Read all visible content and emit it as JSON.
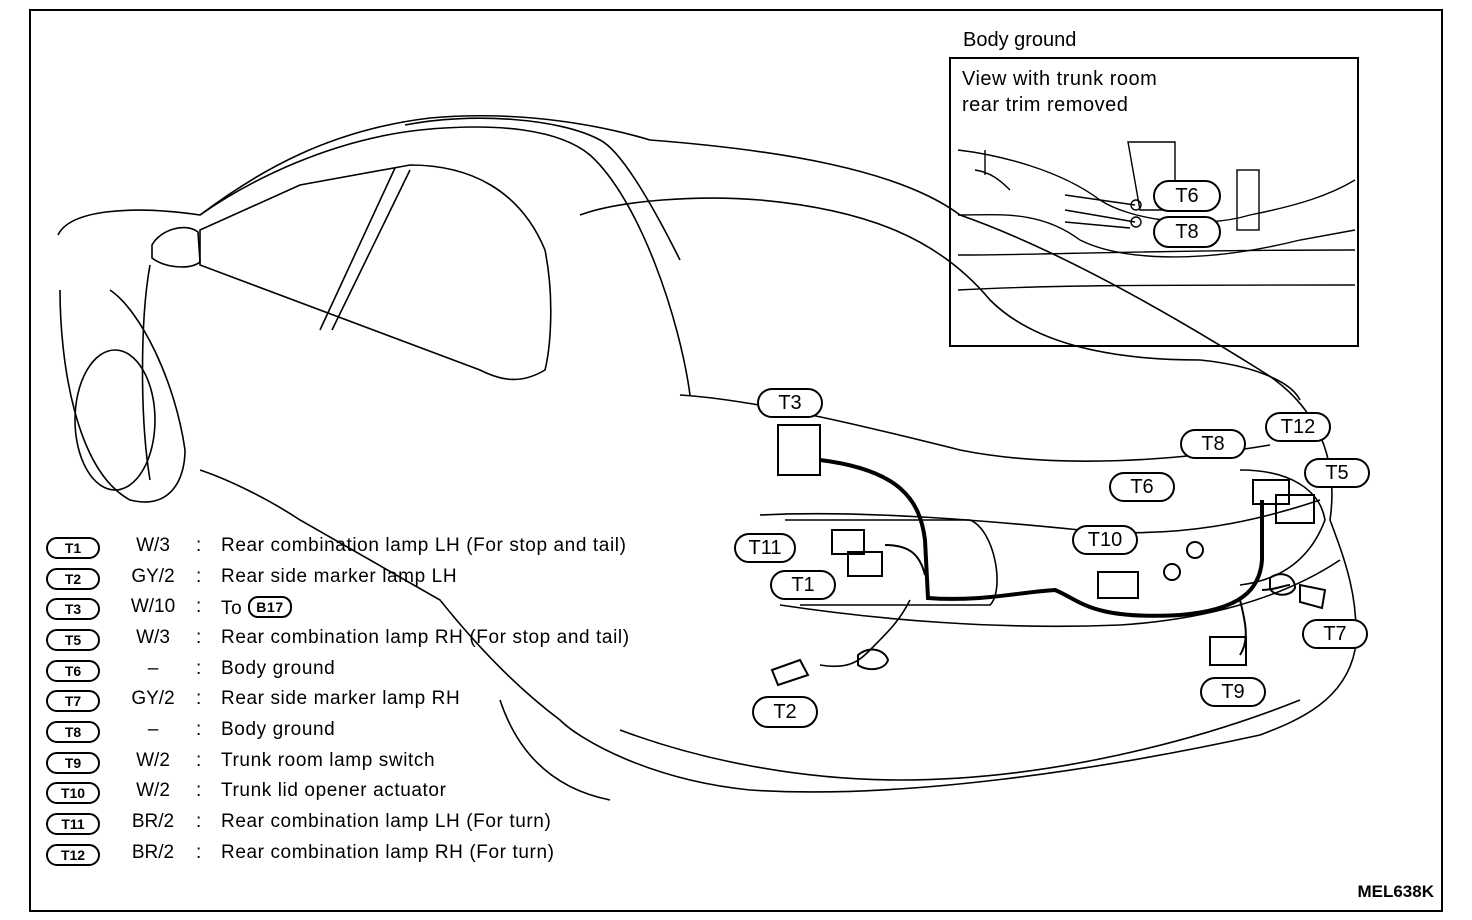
{
  "inset": {
    "title": "Body ground",
    "line1": "View with trunk room",
    "line2": "rear trim removed",
    "callouts": [
      "T6",
      "T8"
    ]
  },
  "legend": [
    {
      "id": "T1",
      "wire": "W/3",
      "desc": "Rear combination lamp LH (For stop and tail)"
    },
    {
      "id": "T2",
      "wire": "GY/2",
      "desc": "Rear side marker lamp LH"
    },
    {
      "id": "T3",
      "wire": "W/10",
      "desc": "To",
      "ref": "B17"
    },
    {
      "id": "T5",
      "wire": "W/3",
      "desc": "Rear combination lamp RH (For stop and tail)"
    },
    {
      "id": "T6",
      "wire": "–",
      "desc": "Body ground"
    },
    {
      "id": "T7",
      "wire": "GY/2",
      "desc": "Rear side marker lamp RH"
    },
    {
      "id": "T8",
      "wire": "–",
      "desc": "Body ground"
    },
    {
      "id": "T9",
      "wire": "W/2",
      "desc": "Trunk room lamp switch"
    },
    {
      "id": "T10",
      "wire": "W/2",
      "desc": "Trunk lid opener actuator"
    },
    {
      "id": "T11",
      "wire": "BR/2",
      "desc": "Rear combination lamp LH (For turn)"
    },
    {
      "id": "T12",
      "wire": "BR/2",
      "desc": "Rear combination lamp RH (For turn)"
    }
  ],
  "callouts": {
    "t3": "T3",
    "t11": "T11",
    "t1": "T1",
    "t2": "T2",
    "t10": "T10",
    "t6": "T6",
    "t8": "T8",
    "t12": "T12",
    "t5": "T5",
    "t7": "T7",
    "t9": "T9"
  },
  "colon": ":",
  "figure_code": "MEL638K"
}
